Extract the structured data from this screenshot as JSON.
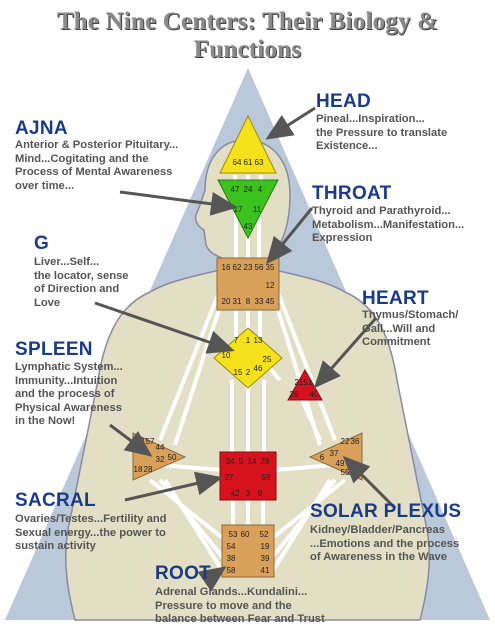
{
  "title": "The Nine Centers: Their Biology & Functions",
  "centers": {
    "head": {
      "name": "HEAD",
      "lines": [
        "Pineal...Inspiration...",
        "the Pressure to translate",
        "Existence..."
      ],
      "gates": [
        "64",
        "61",
        "63"
      ],
      "color": "#f5e21a"
    },
    "ajna": {
      "name": "AJNA",
      "lines": [
        "Anterior & Posterior Pituitary...",
        "Mind...Cogitating and the",
        "Process of Mental Awareness",
        "over time..."
      ],
      "gates": [
        "47",
        "24",
        "4",
        "17",
        "11",
        "43"
      ],
      "color": "#3cc21e"
    },
    "throat": {
      "name": "THROAT",
      "lines": [
        "Thyroid and Parathyroid...",
        "Metabolism...Manifestation...",
        "Expression"
      ],
      "gates": [
        "16",
        "62",
        "23",
        "56",
        "35",
        "20",
        "31",
        "8",
        "33",
        "45",
        "12"
      ],
      "color": "#d9a05a"
    },
    "g": {
      "name": "G",
      "lines": [
        "Liver...Self...",
        "the locator, sense",
        "of Direction and",
        "Love"
      ],
      "gates": [
        "7",
        "1",
        "13",
        "10",
        "25",
        "15",
        "2",
        "46"
      ],
      "color": "#f5e21a"
    },
    "heart": {
      "name": "HEART",
      "lines": [
        "Thymus/Stomach/",
        "Gall...Will and",
        "Commitment"
      ],
      "gates": [
        "21",
        "51",
        "26",
        "40"
      ],
      "color": "#d6121e"
    },
    "spleen": {
      "name": "SPLEEN",
      "lines": [
        "Lymphatic System...",
        "Immunity...Intuition",
        "and the process of",
        "Physical Awareness",
        "in the Now!"
      ],
      "gates": [
        "48",
        "57",
        "44",
        "50",
        "32",
        "28",
        "18"
      ],
      "color": "#d9a05a"
    },
    "sacral": {
      "name": "SACRAL",
      "lines": [
        "Ovaries/Testes...Fertility and",
        "Sexual energy...the power to",
        "sustain activity"
      ],
      "gates": [
        "34",
        "5",
        "14",
        "29",
        "27",
        "59",
        "42",
        "3",
        "9"
      ],
      "color": "#d6121e"
    },
    "solar_plexus": {
      "name": "SOLAR PLEXUS",
      "lines": [
        "Kidney/Bladder/Pancreas",
        "...Emotions and the process",
        "of Awareness in the Wave"
      ],
      "gates": [
        "36",
        "22",
        "37",
        "6",
        "49",
        "55",
        "30"
      ],
      "color": "#d9a05a"
    },
    "root": {
      "name": "ROOT",
      "lines": [
        "Adrenal Glands...Kundalini...",
        "Pressure to move and the",
        "balance between Fear and Trust"
      ],
      "gates": [
        "53",
        "60",
        "52",
        "54",
        "19",
        "38",
        "39",
        "58",
        "41"
      ],
      "color": "#d9a05a"
    }
  },
  "colors": {
    "label": "#1a3a8a",
    "aura": "#b9c9d9",
    "body": "#e2dfc4",
    "body_stroke": "#8a8aa0",
    "channel": "#ffffff",
    "arrow": "#555555"
  }
}
